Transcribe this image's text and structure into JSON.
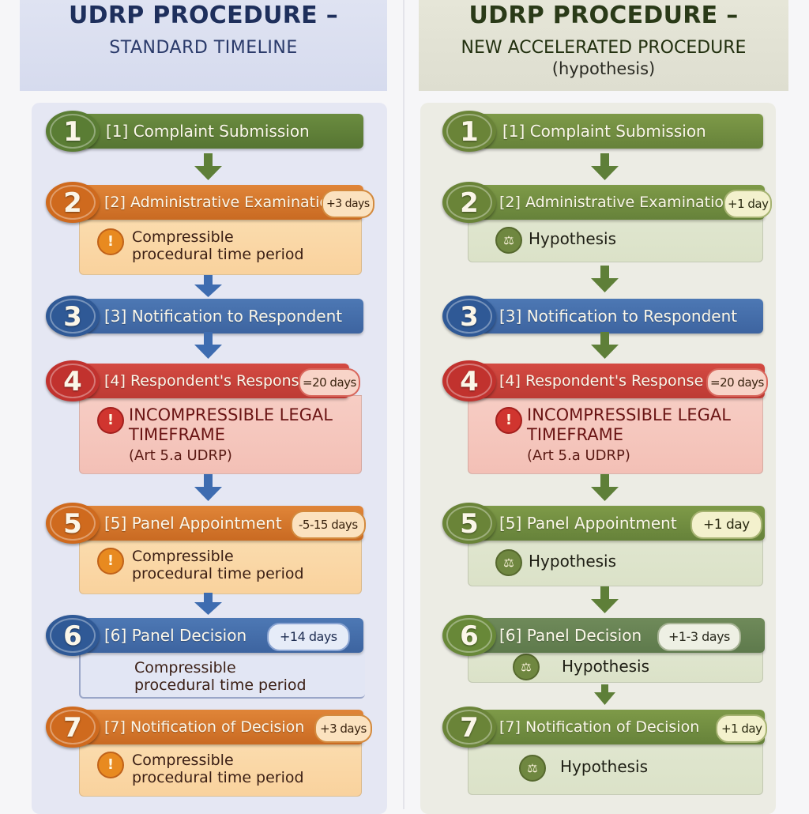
{
  "left": {
    "title": "UDRP PROCEDURE –",
    "subtitle": "STANDARD TIMELINE",
    "steps": [
      {
        "number": "1",
        "label": "[1] Complaint Submission",
        "badge": null,
        "color": "green"
      },
      {
        "number": "2",
        "label": "[2] Administrative Examination",
        "badge": "+3 days",
        "color": "orange",
        "detail": {
          "icon": "warning-icon",
          "line1": "Compressible",
          "line2": "procedural time period"
        }
      },
      {
        "number": "3",
        "label": "[3] Notification to Respondent",
        "badge": null,
        "color": "blue"
      },
      {
        "number": "4",
        "label": "[4] Respondent's Response",
        "badge": "=20 days",
        "color": "red",
        "detail": {
          "icon": "alert-icon",
          "line1": "INCOMPRESSIBLE LEGAL",
          "line2": "TIMEFRAME",
          "line3": "(Art 5.a UDRP)"
        }
      },
      {
        "number": "5",
        "label": "[5] Panel Appointment",
        "badge": "-5-15 days",
        "color": "orange",
        "detail": {
          "icon": "warning-icon",
          "line1": "Compressible",
          "line2": "procedural time period"
        }
      },
      {
        "number": "6",
        "label": "[6] Panel Decision",
        "badge": "+14 days",
        "color": "blue",
        "detail": {
          "line1": "Compressible",
          "line2": "procedural time period"
        }
      },
      {
        "number": "7",
        "label": "[7] Notification of Decision",
        "badge": "+3 days",
        "color": "orange",
        "detail": {
          "icon": "warning-icon",
          "line1": "Compressible",
          "line2": "procedural time period"
        }
      }
    ]
  },
  "right": {
    "title": "UDRP PROCEDURE –",
    "subtitle": "NEW ACCELERATED PROCEDURE",
    "subtitle2": "(hypothesis)",
    "steps": [
      {
        "number": "1",
        "label": "[1] Complaint Submission",
        "badge": null,
        "color": "olive"
      },
      {
        "number": "2",
        "label": "[2] Administrative Examination",
        "badge": "+1 day",
        "color": "olive",
        "detail": {
          "icon": "scale-icon",
          "line1": "Hypothesis"
        }
      },
      {
        "number": "3",
        "label": "[3] Notification to Respondent",
        "badge": null,
        "color": "blue"
      },
      {
        "number": "4",
        "label": "[4] Respondent's Response",
        "badge": "=20 days",
        "color": "red",
        "detail": {
          "icon": "alert-icon",
          "line1": "INCOMPRESSIBLE LEGAL",
          "line2": "TIMEFRAME",
          "line3": "(Art 5.a UDRP)"
        }
      },
      {
        "number": "5",
        "label": "[5] Panel Appointment",
        "badge": "+1 day",
        "color": "olive",
        "detail": {
          "icon": "scale-icon",
          "line1": "Hypothesis"
        }
      },
      {
        "number": "6",
        "label": "[6] Panel Decision",
        "badge": "+1-3 days",
        "color": "sage",
        "detail": {
          "icon": "scale-icon",
          "line1": "Hypothesis"
        }
      },
      {
        "number": "7",
        "label": "[7] Notification of Decision",
        "badge": "+1 day",
        "color": "olive",
        "detail": {
          "icon": "scale-icon",
          "line1": "Hypothesis"
        }
      }
    ]
  },
  "colors": {
    "green": "#5f8238",
    "orange": "#d4721f",
    "blue": "#3f67a3",
    "red": "#c43a33",
    "olive": "#6f8c3c",
    "arrow_blue": "#3e6cb0",
    "arrow_green": "#5e7f38"
  }
}
